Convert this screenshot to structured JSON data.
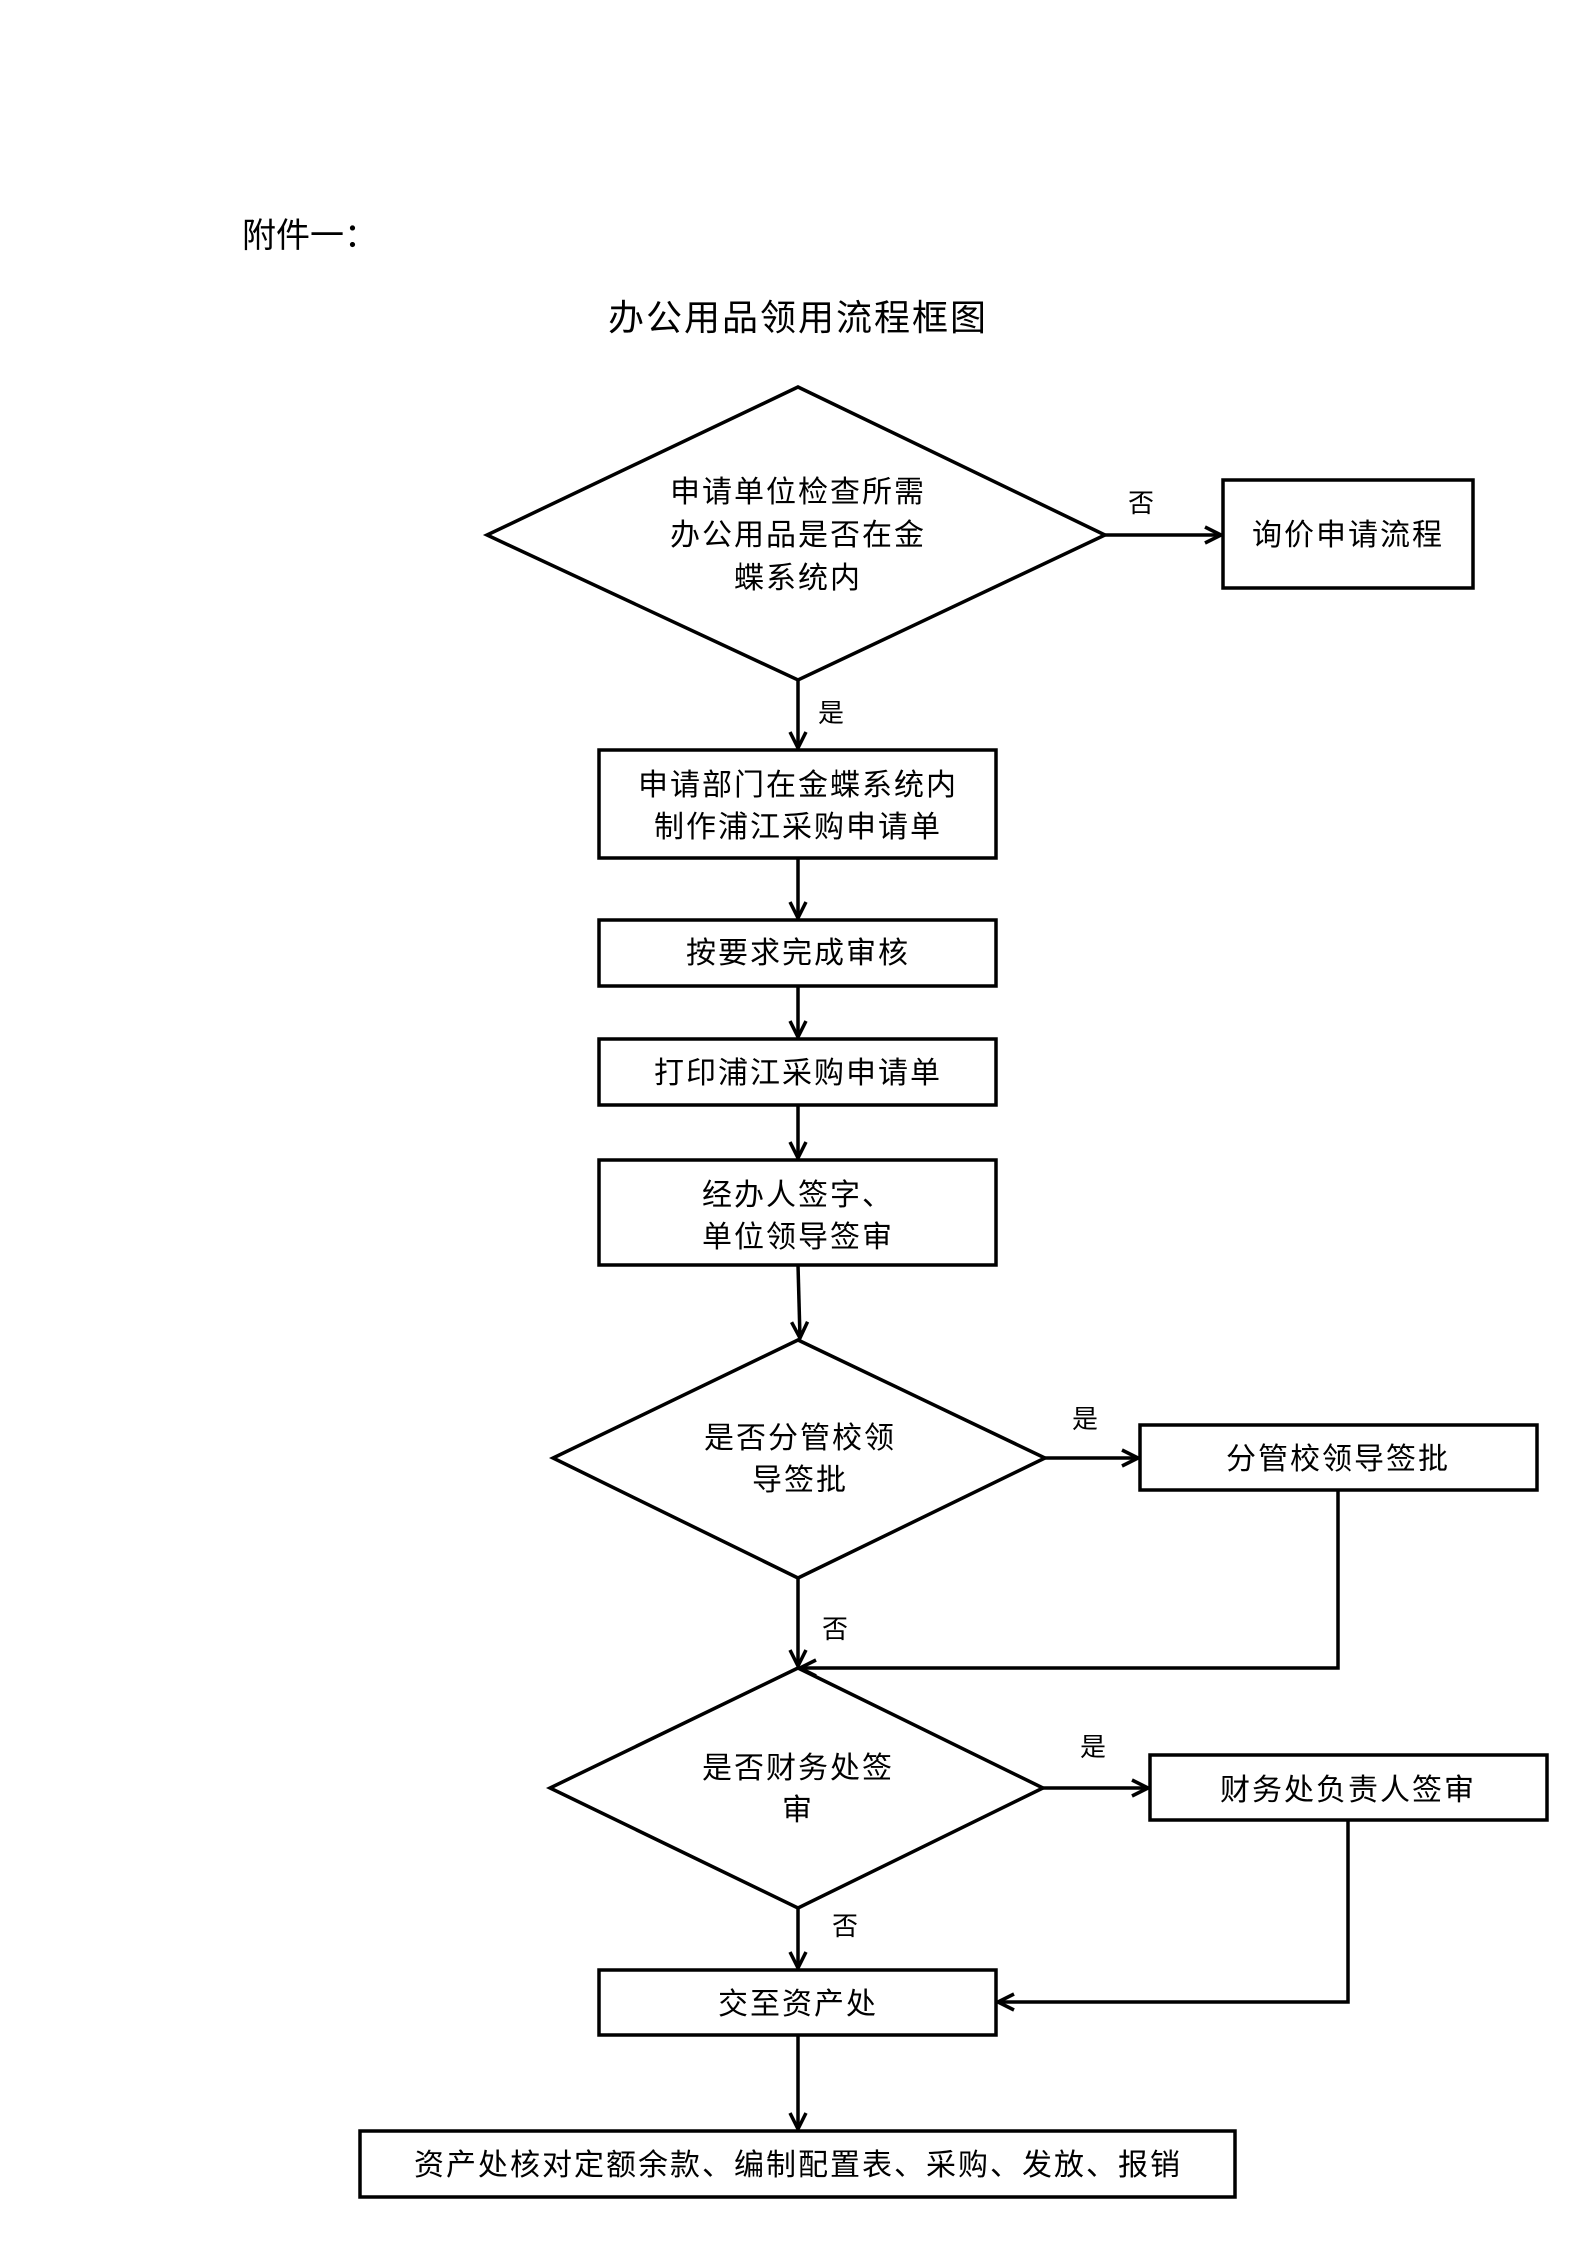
{
  "attachment_label": "附件一：",
  "title": "办公用品领用流程框图",
  "nodes": {
    "check_kingdee": [
      "申请单位检查所需",
      "办公用品是否在金",
      "蝶系统内"
    ],
    "inquiry_flow": [
      "询价申请流程"
    ],
    "make_request": [
      "申请部门在金蝶系统内",
      "制作浦江采购申请单"
    ],
    "complete_review": [
      "按要求完成审核"
    ],
    "print_request": [
      "打印浦江采购申请单"
    ],
    "sign": [
      "经办人签字、",
      "单位领导签审"
    ],
    "vice_leader_decision": [
      "是否分管校领",
      "导签批"
    ],
    "vice_leader_approve": [
      "分管校领导签批"
    ],
    "finance_decision": [
      "是否财务处签",
      "审"
    ],
    "finance_approve": [
      "财务处负责人签审"
    ],
    "submit_assets": [
      "交至资产处"
    ],
    "final_step": [
      "资产处核对定额余款、编制配置表、采购、发放、报销"
    ]
  },
  "edge_labels": {
    "no_1": "否",
    "yes_1": "是",
    "yes_2": "是",
    "no_2": "否",
    "yes_3": "是",
    "no_3": "否"
  }
}
